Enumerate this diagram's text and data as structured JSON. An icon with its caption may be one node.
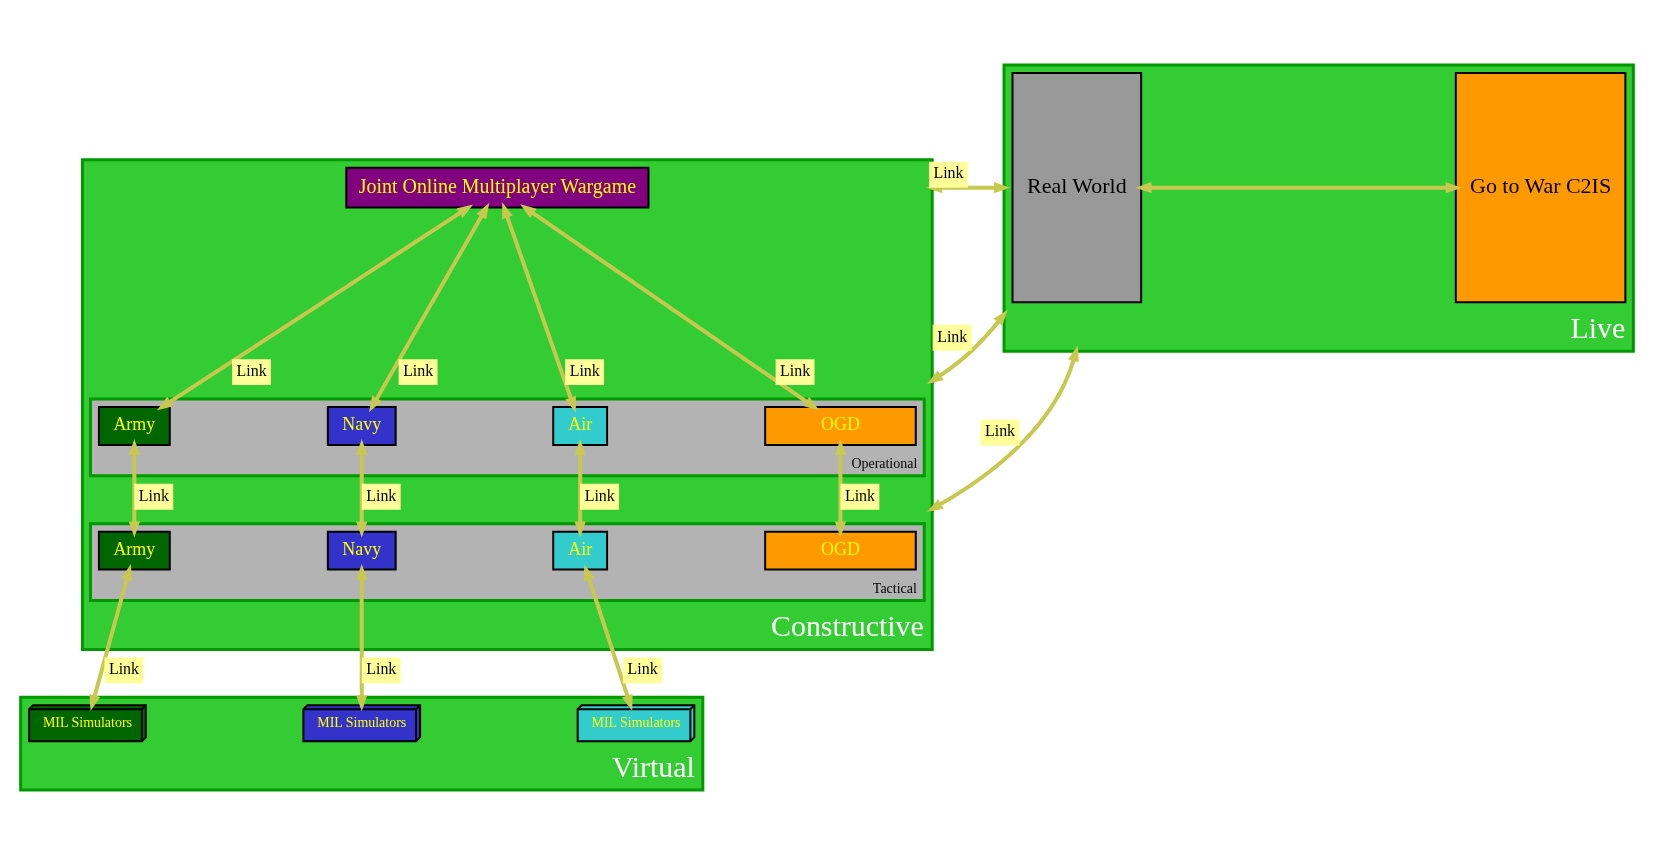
{
  "diagram": {
    "nodes": [
      {
        "text": [
          "Constructive"
        ]
      },
      {
        "text": [
          "Joint Online Multiplayer Wargame"
        ],
        "in": 0
      },
      {
        "text": [
          "Operational"
        ],
        "in": 0
      },
      {
        "text": [
          "Army"
        ],
        "in": 2
      },
      {
        "text": [
          "Navy"
        ],
        "in": 2
      },
      {
        "text": [
          "Air"
        ],
        "in": 2
      },
      {
        "text": [
          "OGD"
        ],
        "in": 2
      },
      {
        "text": [
          "Tactical"
        ],
        "in": 0
      },
      {
        "text": [
          "Army"
        ],
        "in": 7
      },
      {
        "text": [
          "Navy"
        ],
        "in": 7
      },
      {
        "text": [
          "Air"
        ],
        "in": 7
      },
      {
        "text": [
          "OGD"
        ],
        "in": 7
      },
      {
        "text": [
          "Virtual"
        ]
      },
      {
        "text": [
          "MIL Simulators"
        ],
        "in": 12
      },
      {
        "text": [
          "MIL Simulators"
        ],
        "in": 12
      },
      {
        "text": [
          "MIL Simulators"
        ],
        "in": 12
      },
      {
        "text": [
          "Live"
        ]
      },
      {
        "text": [
          "Real World"
        ],
        "in": 16
      },
      {
        "text": [
          "Go to War C2IS"
        ],
        "in": 16
      }
    ],
    "edges": [
      {
        "from": 1,
        "to": 3,
        "arrow": "both",
        "label": "Link"
      },
      {
        "from": 1,
        "to": 4,
        "arrow": "both",
        "label": "Link"
      },
      {
        "from": 1,
        "to": 5,
        "arrow": "both",
        "label": "Link"
      },
      {
        "from": 1,
        "to": 6,
        "arrow": "both",
        "label": "Link"
      },
      {
        "from": 0,
        "to": 16,
        "arrow": "both",
        "label": "Link"
      },
      {
        "from": 3,
        "to": 8,
        "arrow": "both",
        "label": "Link"
      },
      {
        "from": 4,
        "to": 9,
        "arrow": "both",
        "label": "Link"
      },
      {
        "from": 5,
        "to": 10,
        "arrow": "both",
        "label": "Link"
      },
      {
        "from": 6,
        "to": 11,
        "arrow": "both",
        "label": "Link"
      },
      {
        "from": 0,
        "to": 16,
        "arrow": "both",
        "label": "Link"
      },
      {
        "from": 0,
        "to": 16,
        "arrow": "both",
        "label": "Link"
      },
      {
        "from": 8,
        "to": 13,
        "arrow": "both",
        "label": "Link"
      },
      {
        "from": 9,
        "to": 14,
        "arrow": "both",
        "label": "Link"
      },
      {
        "from": 10,
        "to": 15,
        "arrow": "both",
        "label": "Link"
      },
      {
        "from": 17,
        "to": 18,
        "arrow": "both"
      }
    ]
  }
}
